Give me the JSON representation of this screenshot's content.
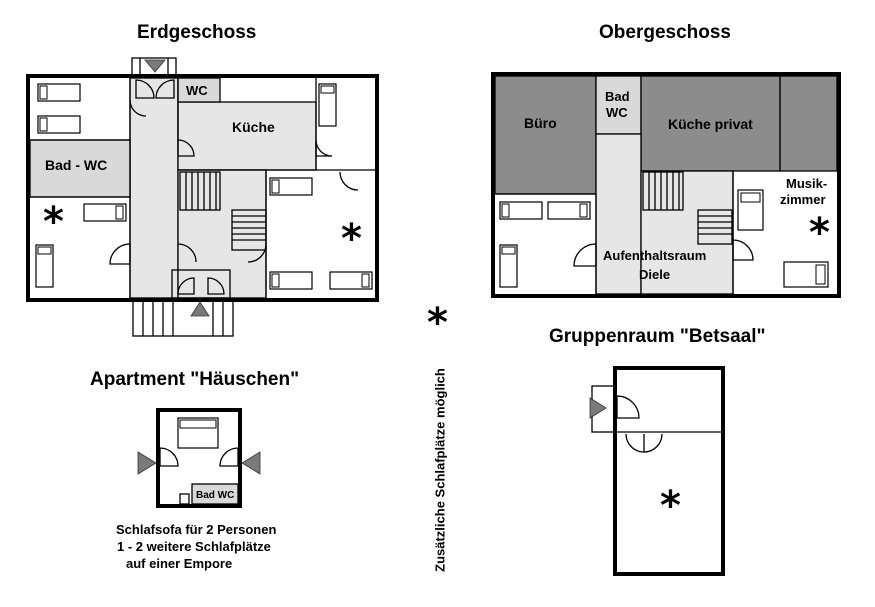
{
  "titles": {
    "ground_floor": "Erdgeschoss",
    "upper_floor": "Obergeschoss",
    "apartment": "Apartment  \"Häuschen\"",
    "group_room": "Gruppenraum \"Betsaal\""
  },
  "rooms": {
    "ground_wc": "WC",
    "ground_kitchen": "Küche",
    "ground_bath": "Bad - WC",
    "upper_office": "Büro",
    "upper_bath_line1": "Bad",
    "upper_bath_line2": "WC",
    "upper_kitchen": "Küche privat",
    "upper_music_line1": "Musik-",
    "upper_music_line2": "zimmer",
    "upper_lounge_line1": "Aufenthaltsraum",
    "upper_lounge_line2": "Diele",
    "apartment_bath": "Bad WC"
  },
  "notes": {
    "apartment_line1": "Schlafsofa für 2 Personen",
    "apartment_line2": "1 - 2 weitere Schlafplätze",
    "apartment_line3": "auf einer Empore",
    "extra_beds": "Zusätzliche Schlafplätze möglich"
  },
  "symbols": {
    "asterisk": "*"
  },
  "colors": {
    "light_grey": "#d9d9d9",
    "dark_grey": "#8c8c8c",
    "floor_grey": "#e6e6e6"
  }
}
